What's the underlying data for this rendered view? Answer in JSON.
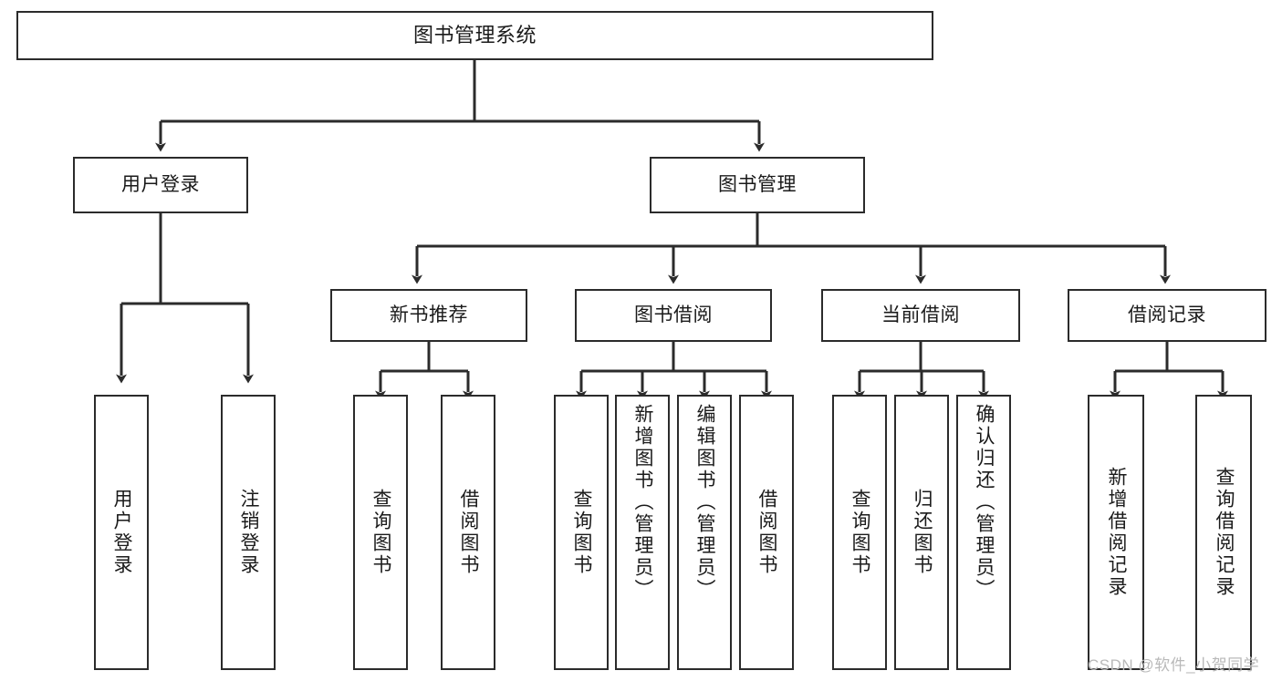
{
  "diagram": {
    "title": "图书管理系统",
    "type": "hierarchy-tree",
    "watermark": "CSDN @软件_小贺同学",
    "colors": {
      "border": "#2b2b2b",
      "background": "#ffffff",
      "text": "#1a1a1a",
      "watermark": "#b9b9b9"
    }
  },
  "nodes": {
    "root": {
      "label": "图书管理系统"
    },
    "level2": [
      {
        "label": "用户登录"
      },
      {
        "label": "图书管理"
      }
    ],
    "level3": [
      {
        "label": "新书推荐"
      },
      {
        "label": "图书借阅"
      },
      {
        "label": "当前借阅"
      },
      {
        "label": "借阅记录"
      }
    ],
    "leaves": {
      "user_login": [
        {
          "label": "用户登录"
        },
        {
          "label": "注销登录"
        }
      ],
      "new_book_recommend": [
        {
          "label": "查询图书"
        },
        {
          "label": "借阅图书"
        }
      ],
      "book_borrow": [
        {
          "label": "查询图书"
        },
        {
          "label": "新增图书（管理员）"
        },
        {
          "label": "编辑图书（管理员）"
        },
        {
          "label": "借阅图书"
        }
      ],
      "current_borrow": [
        {
          "label": "查询图书"
        },
        {
          "label": "归还图书"
        },
        {
          "label": "确认归还（管理员）"
        }
      ],
      "borrow_record": [
        {
          "label": "新增借阅记录"
        },
        {
          "label": "查询借阅记录"
        }
      ]
    }
  }
}
